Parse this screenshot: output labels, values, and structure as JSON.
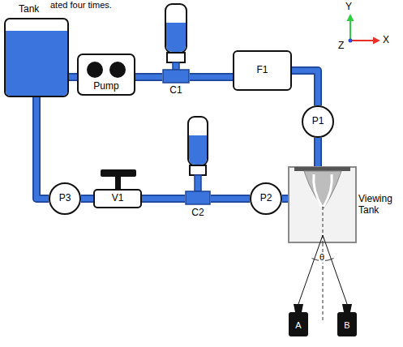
{
  "diagram": {
    "nodes": [
      {
        "text": [
          "Tank"
        ]
      },
      {
        "text": [
          "Pump"
        ]
      },
      {
        "text": [
          "C1"
        ]
      },
      {
        "text": [
          "F1"
        ]
      },
      {
        "text": [
          "P1"
        ]
      },
      {
        "text": [
          "Viewing Tank"
        ]
      },
      {
        "text": [
          "P3"
        ]
      },
      {
        "text": [
          "V1"
        ]
      },
      {
        "text": [
          "C2"
        ]
      },
      {
        "text": [
          "P2"
        ]
      },
      {
        "text": [
          "A"
        ]
      },
      {
        "text": [
          "B"
        ]
      }
    ],
    "edges": [
      {
        "from": 0,
        "to": 1,
        "arrow": "none"
      },
      {
        "from": 1,
        "to": 2,
        "arrow": "none"
      },
      {
        "from": 2,
        "to": 3,
        "arrow": "none"
      },
      {
        "from": 3,
        "to": 4,
        "arrow": "none"
      },
      {
        "from": 4,
        "to": 5,
        "arrow": "none"
      },
      {
        "from": 5,
        "to": 9,
        "arrow": "none"
      },
      {
        "from": 9,
        "to": 8,
        "arrow": "none"
      },
      {
        "from": 8,
        "to": 7,
        "arrow": "none"
      },
      {
        "from": 7,
        "to": 6,
        "arrow": "none"
      },
      {
        "from": 6,
        "to": 0,
        "arrow": "none"
      },
      {
        "from": 10,
        "to": 5,
        "arrow": "none"
      },
      {
        "from": 11,
        "to": 5,
        "arrow": "none"
      }
    ],
    "labels": [
      "ated four times.",
      "Y",
      "X",
      "Z",
      "θ"
    ]
  }
}
